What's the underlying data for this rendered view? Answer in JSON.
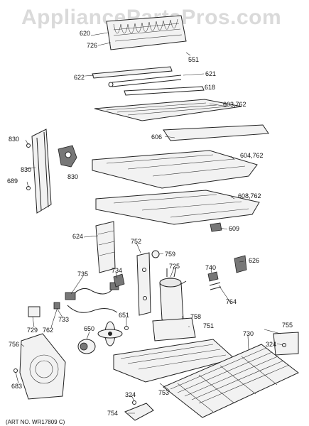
{
  "watermark": "AppliancePartsPros.com",
  "art_number": "(ART NO. WR17809 C)",
  "labels": {
    "p620": "620",
    "p726": "726",
    "p551": "551",
    "p622": "622",
    "p621": "621",
    "p618": "618",
    "p603": "603,762",
    "p606": "606",
    "p830a": "830",
    "p830b": "830",
    "p830c": "830",
    "p689": "689",
    "p604": "604,762",
    "p608": "608,762",
    "p609": "609",
    "p624": "624",
    "p752": "752",
    "p759": "759",
    "p725": "725",
    "p740": "740",
    "p626": "626",
    "p735": "735",
    "p734": "734",
    "p764": "764",
    "p651": "651",
    "p758": "758",
    "p751": "751",
    "p729": "729",
    "p762": "762",
    "p733": "733",
    "p650": "650",
    "p730": "730",
    "p755": "755",
    "p324a": "324",
    "p756": "756",
    "p683": "683",
    "p753": "753",
    "p324b": "324",
    "p754": "754"
  }
}
